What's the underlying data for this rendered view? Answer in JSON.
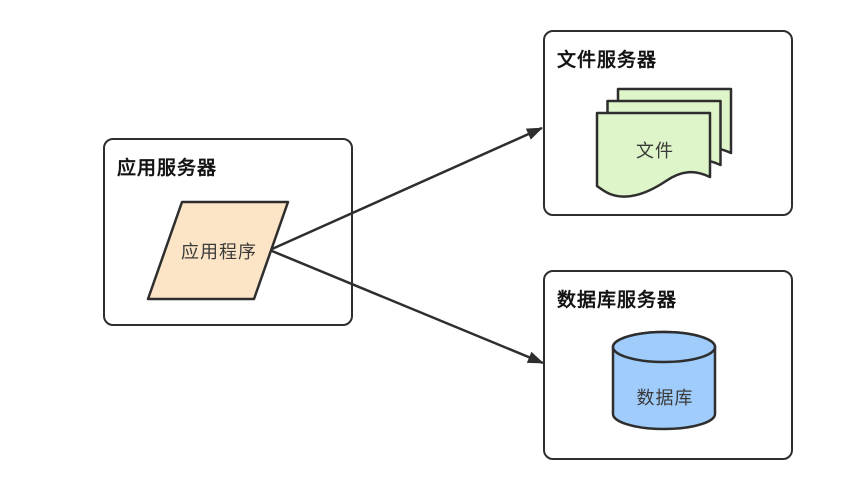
{
  "diagram": {
    "stroke_color": "#2e2e2e",
    "nodes": {
      "app_server": {
        "title": "应用服务器",
        "shape": "parallelogram",
        "shape_label": "应用程序",
        "fill": "#fce4c6"
      },
      "file_server": {
        "title": "文件服务器",
        "shape": "document-stack",
        "shape_label": "文件",
        "fill": "#ddf5c8"
      },
      "db_server": {
        "title": "数据库服务器",
        "shape": "cylinder",
        "shape_label": "数据库",
        "fill": "#9fccfb"
      }
    },
    "edges": [
      {
        "from": "应用程序",
        "to": "文件服务器",
        "style": "arrow"
      },
      {
        "from": "应用程序",
        "to": "数据库服务器",
        "style": "arrow"
      }
    ]
  }
}
